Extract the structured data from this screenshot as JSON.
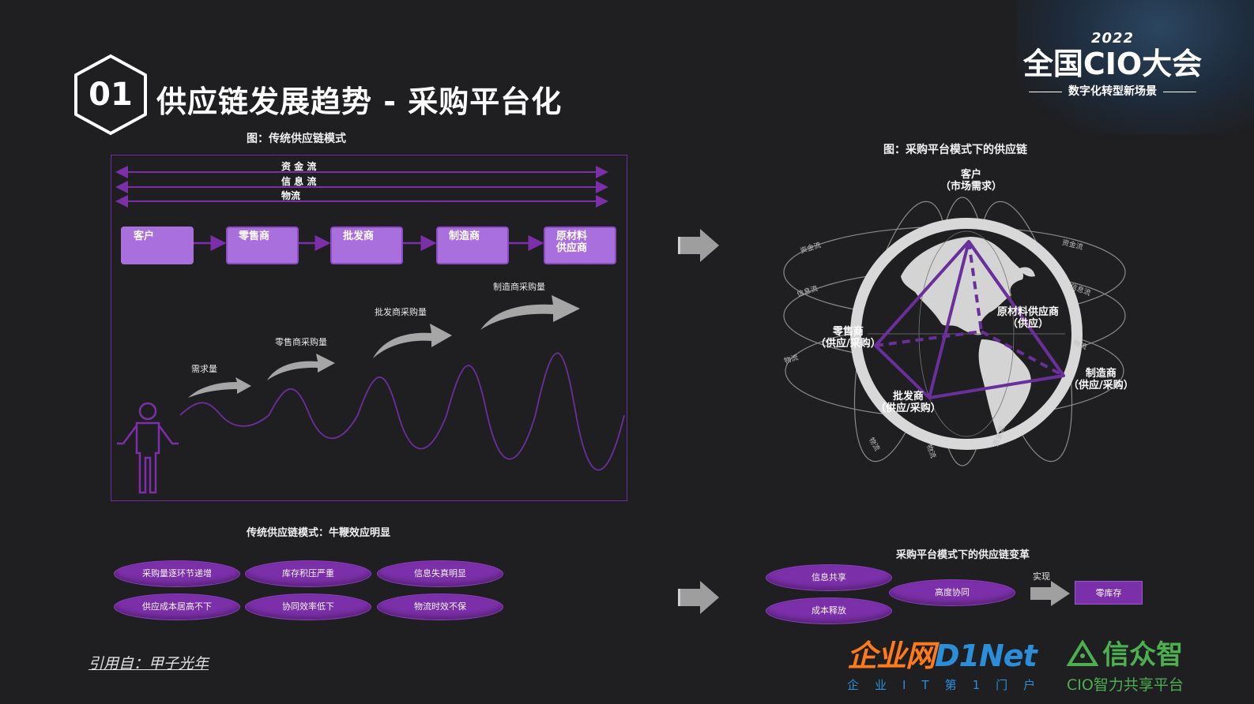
{
  "header": {
    "section_number": "01",
    "title": "供应链发展趋势 - 采购平台化"
  },
  "brand": {
    "year": "2022",
    "name": "全国CIO大会",
    "subtitle": "数字化转型新场景"
  },
  "left_diagram": {
    "caption": "图：传统供应链模式",
    "flows": [
      "资 金 流",
      "信 息 流",
      "物流"
    ],
    "chain": [
      "客户",
      "零售商",
      "批发商",
      "制造商",
      "原材料\n供应商"
    ],
    "volume_labels": [
      "需求量",
      "零售商采购量",
      "批发商采购量",
      "制造商采购量"
    ],
    "wave_peaks": [
      0.18,
      0.38,
      0.55,
      0.72,
      0.9
    ],
    "bottom_caption": "传统供应链模式：牛鞭效应明显",
    "effects": [
      "采购量逐环节递增",
      "库存积压严重",
      "信息失真明显",
      "供应成本居高不下",
      "协同效率低下",
      "物流时效不保"
    ]
  },
  "right_diagram": {
    "caption": "图：采购平台模式下的供应链",
    "nodes": {
      "customer": [
        "客户",
        "（市场需求）"
      ],
      "supplier": [
        "原材料供应商",
        "（供应）"
      ],
      "retailer": [
        "零售商",
        "（供应/采购）"
      ],
      "wholesaler": [
        "批发商",
        "（供应/采购）"
      ],
      "manufacturer": [
        "制造商",
        "（供应/采购）"
      ]
    },
    "ring_labels": [
      "资金流",
      "资金流",
      "信息流",
      "信息流",
      "物流",
      "物流",
      "物流",
      "物流",
      "资金流"
    ],
    "bottom_caption": "采购平台模式下的供应链变革",
    "benefits": [
      "信息共享",
      "成本释放",
      "高度协同"
    ],
    "arrow_label": "实现",
    "result": "零库存"
  },
  "footer": {
    "citation": "引用自：甲子光年",
    "logo1_main_a": "企业网",
    "logo1_main_b": "D1Net",
    "logo1_tag": "企业IT第1门户",
    "logo2_main": "信众智",
    "logo2_tag": "CIO智力共享平台"
  },
  "colors": {
    "background": "#1f1f22",
    "purple": "#7b2fa8",
    "light_purple": "#a96fdc",
    "frame": "#6c2fa0",
    "arrow_grey": "#9a9a9a"
  }
}
